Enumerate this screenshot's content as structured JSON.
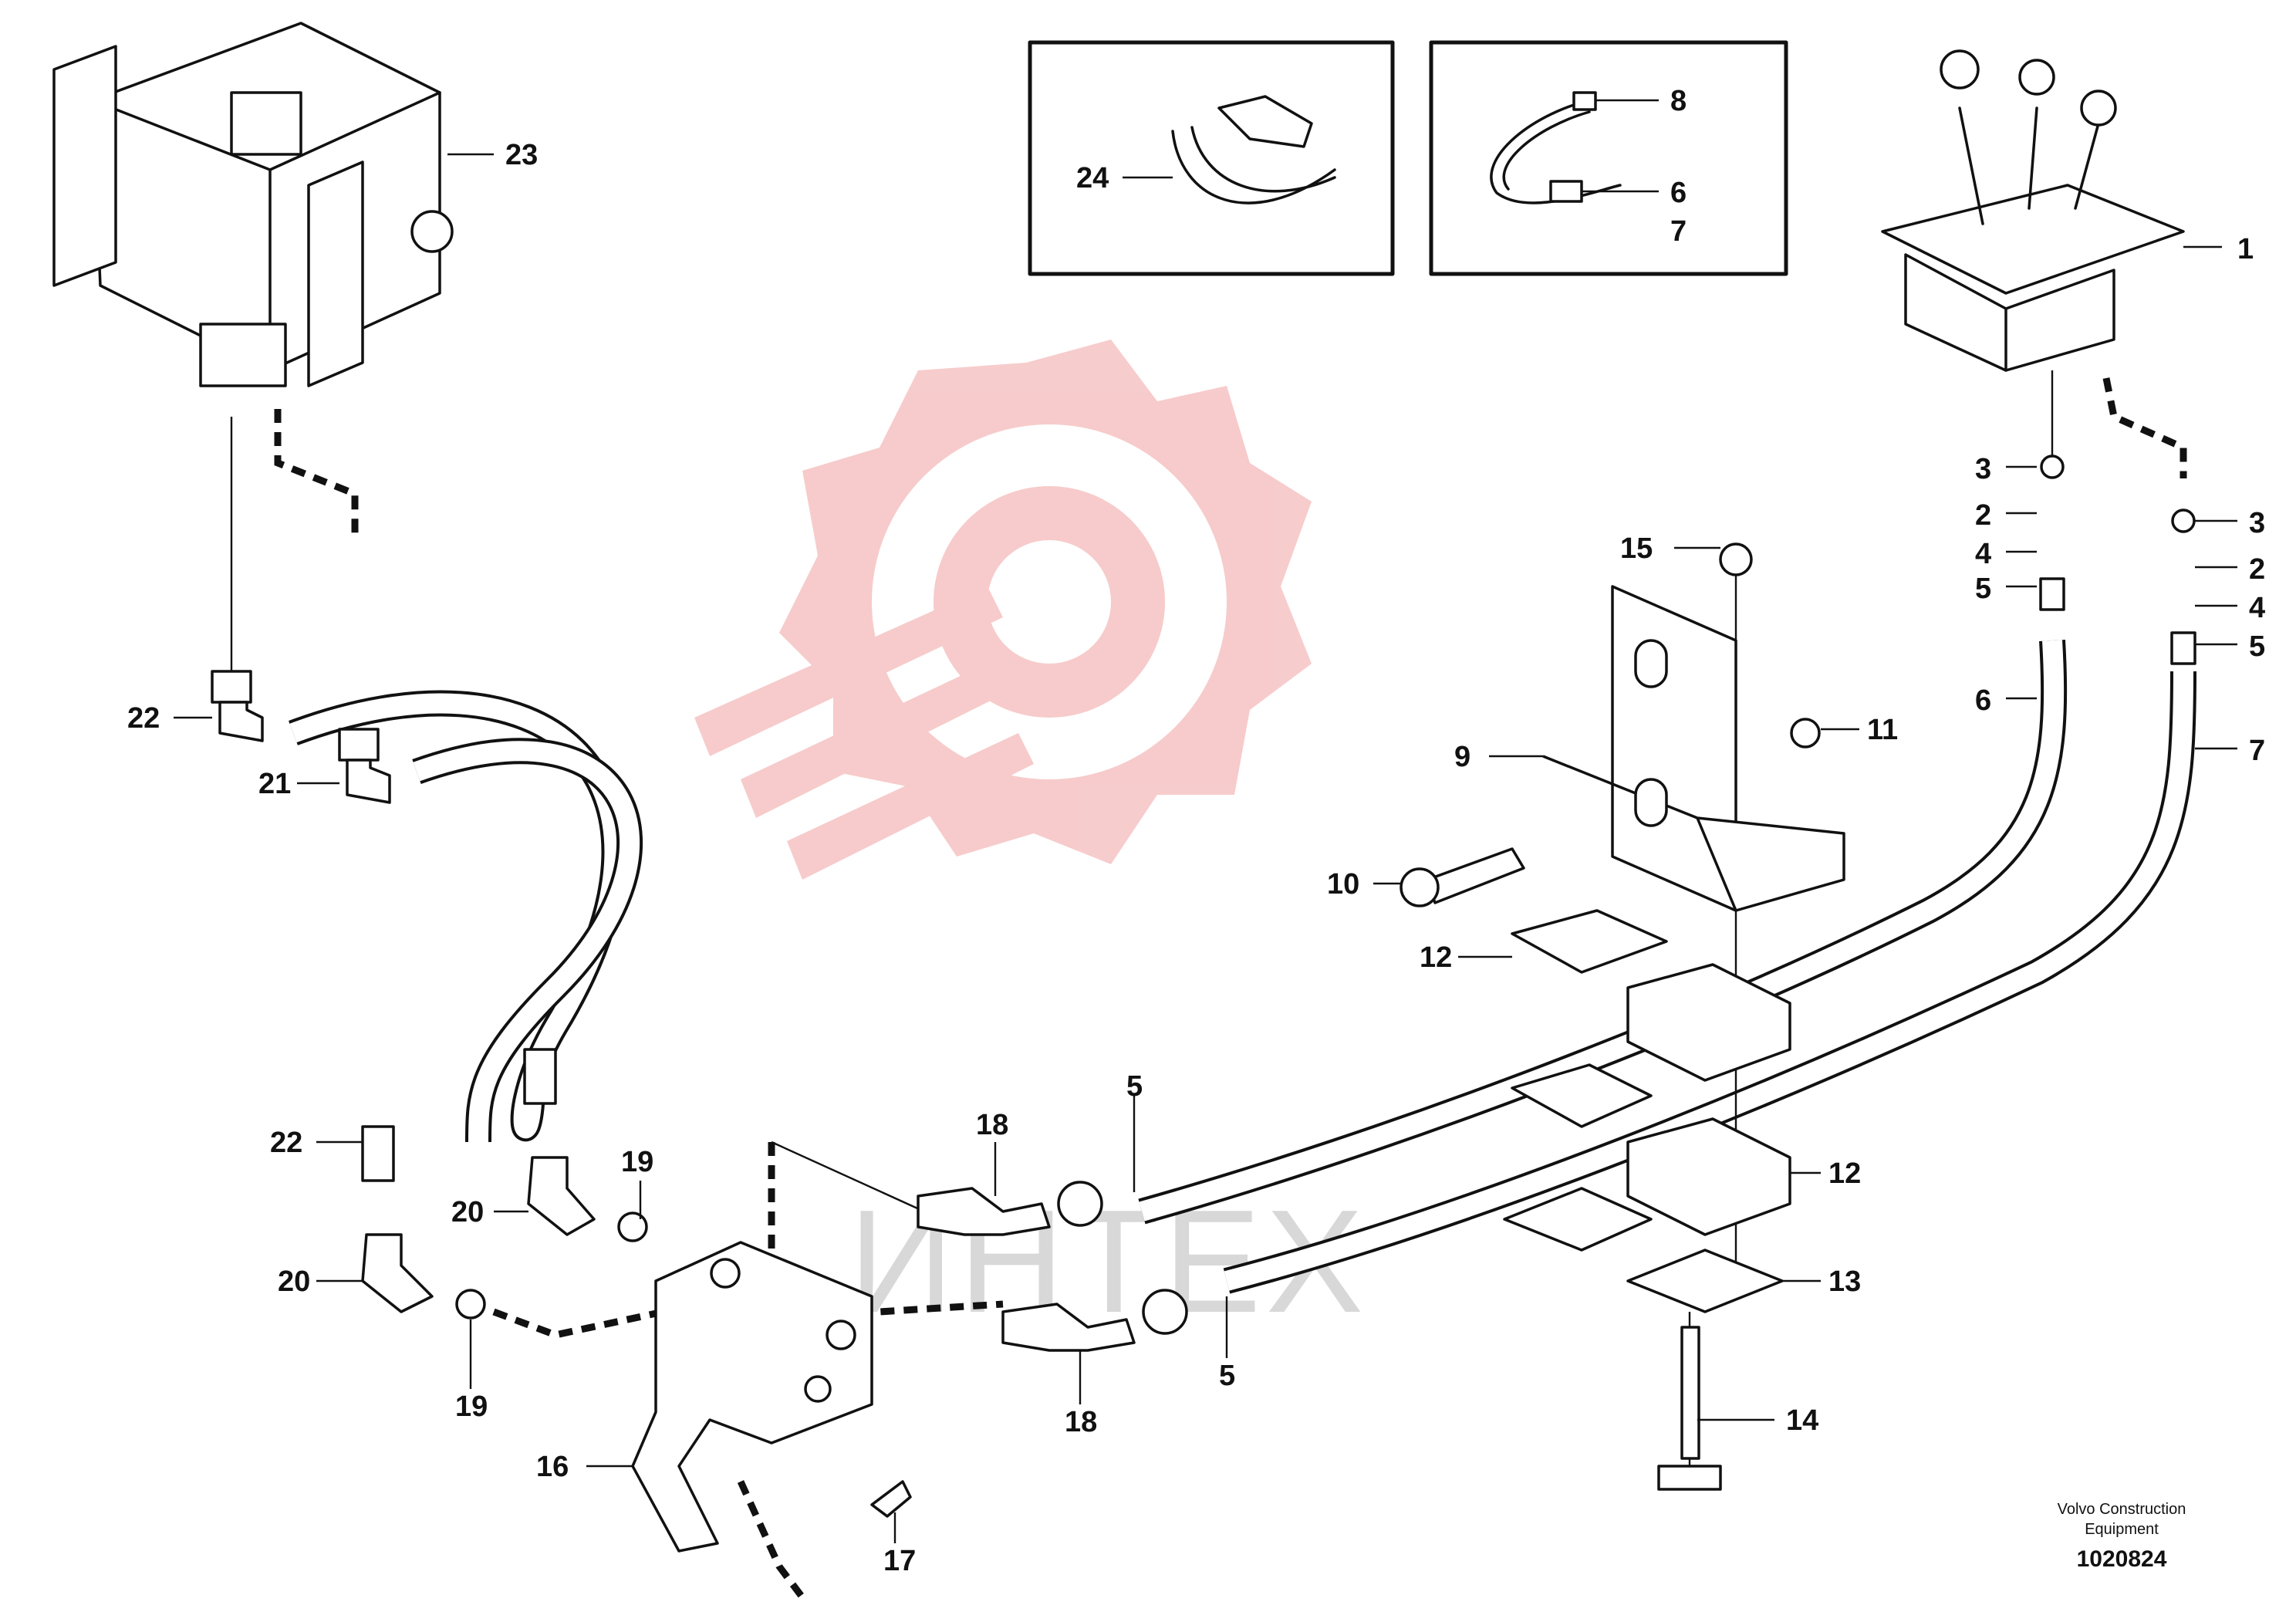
{
  "diagram": {
    "callouts": [
      "1",
      "2",
      "3",
      "4",
      "5",
      "6",
      "7",
      "8",
      "9",
      "10",
      "11",
      "12",
      "13",
      "14",
      "15",
      "16",
      "17",
      "18",
      "19",
      "20",
      "21",
      "22",
      "23",
      "24"
    ],
    "publisher_line1": "Volvo Construction",
    "publisher_line2": "Equipment",
    "figure_number": "1020824",
    "watermark_text": "ИНТЕХ"
  },
  "colors": {
    "line": "#111111",
    "watermark_gear": "#f5b8b8",
    "watermark_text": "#d8d8d8"
  },
  "icons": [
    "gear-watermark-icon"
  ]
}
